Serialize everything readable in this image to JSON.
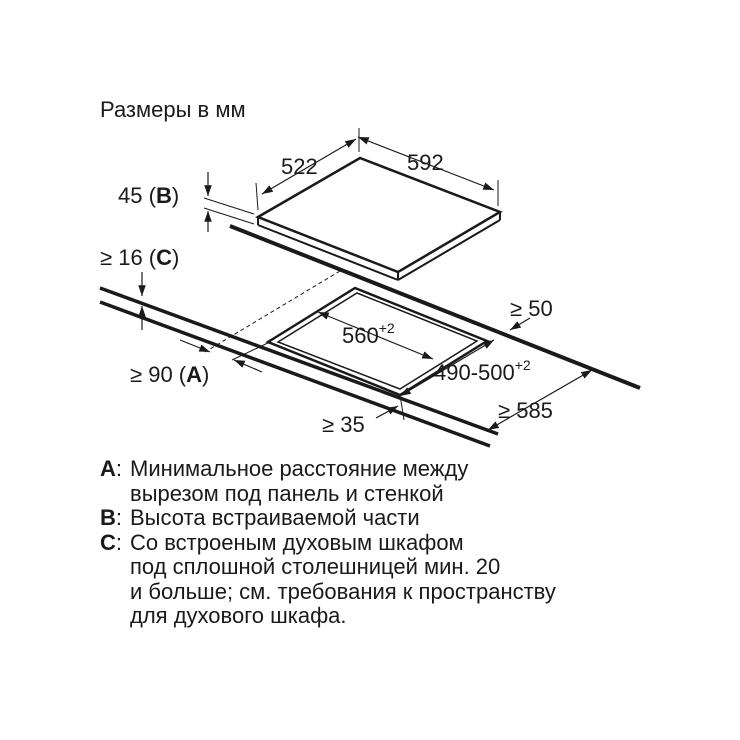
{
  "title": "Размеры в мм",
  "dims": {
    "depth": "522",
    "width": "592",
    "height_b": "45",
    "key_b": "B",
    "clearance_c": "16",
    "key_c": "C",
    "cutout_width": "560",
    "cutout_width_tol": "+2",
    "cutout_depth": "490-500",
    "cutout_depth_tol": "+2",
    "back_gap": "50",
    "front_gap_a": "90",
    "key_a": "A",
    "counter_depth": "585",
    "side_gap": "35",
    "ge": "≥"
  },
  "legend": [
    {
      "key": "A",
      "lines": [
        "Минимальное расстояние между",
        "вырезом под панель и стенкой"
      ]
    },
    {
      "key": "B",
      "lines": [
        "Высота встраиваемой части"
      ]
    },
    {
      "key": "C",
      "lines": [
        "Со встроеным духовым шкафом",
        "под сплошной столешницей мин. 20",
        "и больше; см. требования к пространству",
        "для духового шкафа."
      ]
    }
  ]
}
